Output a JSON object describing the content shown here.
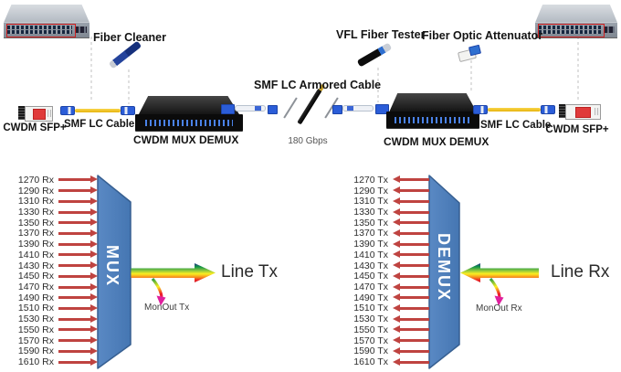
{
  "equipment": {
    "fiber_cleaner": "Fiber Cleaner",
    "vfl_fiber_tester": "VFL Fiber Tester",
    "fiber_optic_attenuator": "Fiber Optic Attenuator",
    "cwdm_sfp_left": "CWDM SFP+",
    "cwdm_sfp_right": "CWDM SFP+",
    "smf_lc_cable_left": "SMF LC Cable",
    "smf_lc_cable_right": "SMF LC Cable",
    "mux_demux_left": "CWDM MUX DEMUX",
    "mux_demux_right": "CWDM MUX DEMUX",
    "armored_cable": "SMF LC Armored Cable",
    "bandwidth": "180 Gbps"
  },
  "mux": {
    "title": "MUX",
    "channels": [
      "1270 Rx",
      "1290 Rx",
      "1310 Rx",
      "1330 Rx",
      "1350 Rx",
      "1370 Rx",
      "1390 Rx",
      "1410 Rx",
      "1430 Rx",
      "1450 Rx",
      "1470 Rx",
      "1490 Rx",
      "1510 Rx",
      "1530 Rx",
      "1550 Rx",
      "1570 Rx",
      "1590 Rx",
      "1610 Rx"
    ],
    "line_label": "Line Tx",
    "monout_label": "MonOut Tx"
  },
  "demux": {
    "title": "DEMUX",
    "channels": [
      "1270 Tx",
      "1290 Tx",
      "1310 Tx",
      "1330 Tx",
      "1350 Tx",
      "1370 Tx",
      "1390 Tx",
      "1410 Tx",
      "1430 Tx",
      "1450 Tx",
      "1470 Tx",
      "1490 Tx",
      "1510 Tx",
      "1530 Tx",
      "1550 Tx",
      "1570 Tx",
      "1590 Tx",
      "1610 Tx"
    ],
    "line_label": "Line Rx",
    "monout_label": "MonOut Rx"
  },
  "colors": {
    "trapezoid_fill": "#4f81bd",
    "trapezoid_border": "#365f91",
    "channel_arrow_red": "#bf4340",
    "fiber_yellow": "#f2c31c",
    "lc_connector_blue": "#2b5dd8",
    "sfp_label_red": "#e03a3a",
    "switch_port_outline_red": "#d02020",
    "monout_tip_magenta": "#df1f9e"
  }
}
